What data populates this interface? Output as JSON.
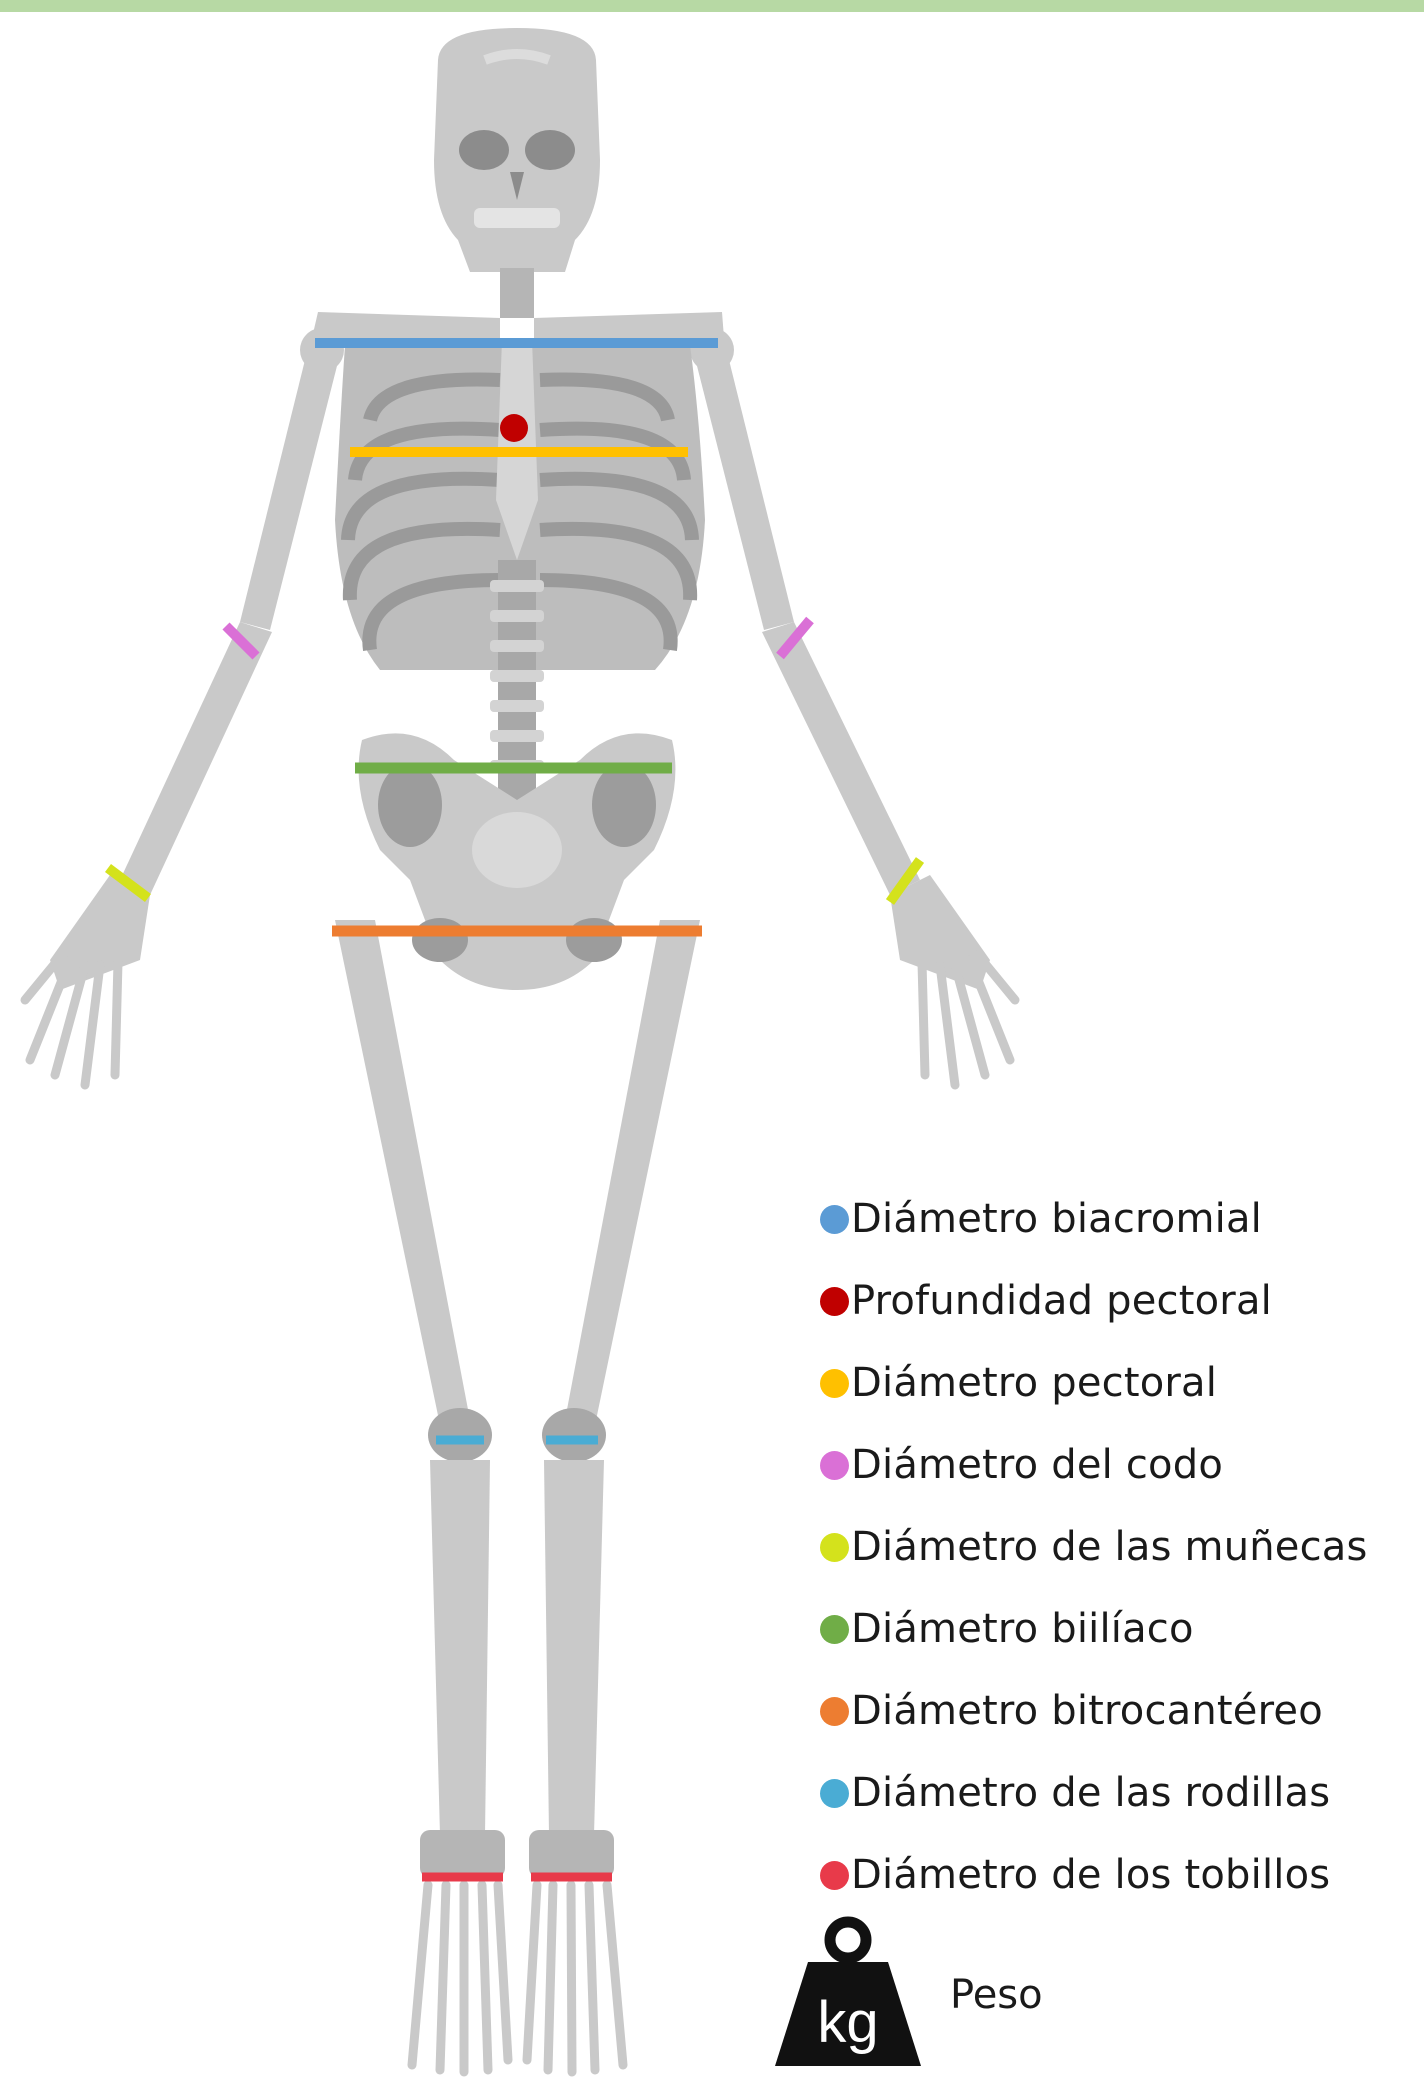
{
  "legend": [
    {
      "label": "Diámetro biacromial",
      "color": "#5b9bd5"
    },
    {
      "label": "Profundidad pectoral",
      "color": "#c00000"
    },
    {
      "label": "Diámetro pectoral",
      "color": "#ffc000"
    },
    {
      "label": "Diámetro del codo",
      "color": "#da70d6"
    },
    {
      "label": "Diámetro de las muñecas",
      "color": "#d4e21c"
    },
    {
      "label": "Diámetro biilíaco",
      "color": "#70ad47"
    },
    {
      "label": "Diámetro bitrocantéreo",
      "color": "#ed7d31"
    },
    {
      "label": "Diámetro de las rodillas",
      "color": "#4aacd4"
    },
    {
      "label": "Diámetro de los tobillos",
      "color": "#e83a4a"
    }
  ],
  "weight": {
    "unit_text": "kg",
    "label": "Peso",
    "icon": "weight-kg-icon"
  },
  "colors": {
    "bone": "#c9c9c9",
    "bone_dark": "#9a9a9a",
    "accent_band": "#b7d9a4"
  }
}
